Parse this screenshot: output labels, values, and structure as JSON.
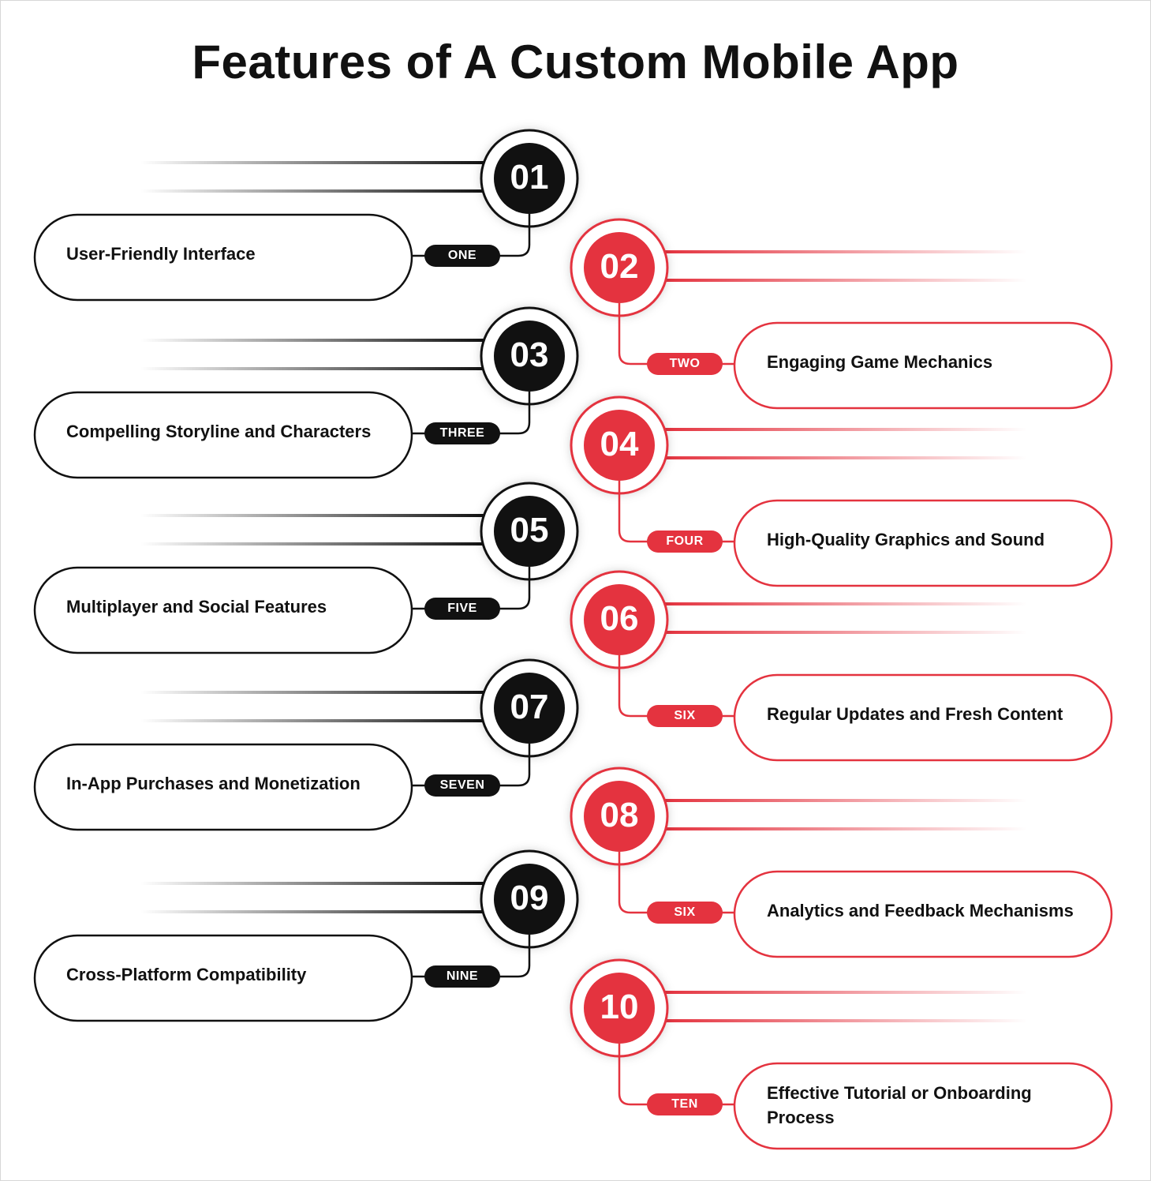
{
  "title": "Features of A Custom Mobile App",
  "colors": {
    "dark": "#111111",
    "accent": "#e4333f"
  },
  "features": [
    {
      "number": "01",
      "tag": "ONE",
      "label": "User-Friendly Interface"
    },
    {
      "number": "02",
      "tag": "TWO",
      "label": "Engaging Game Mechanics"
    },
    {
      "number": "03",
      "tag": "THREE",
      "label": "Compelling Storyline and Characters"
    },
    {
      "number": "04",
      "tag": "FOUR",
      "label": "High-Quality Graphics and Sound"
    },
    {
      "number": "05",
      "tag": "FIVE",
      "label": "Multiplayer and Social Features"
    },
    {
      "number": "06",
      "tag": "SIX",
      "label": "Regular Updates and Fresh Content"
    },
    {
      "number": "07",
      "tag": "SEVEN",
      "label": "In-App Purchases and Monetization"
    },
    {
      "number": "08",
      "tag": "SIX",
      "label": "Analytics and Feedback Mechanisms"
    },
    {
      "number": "09",
      "tag": "NINE",
      "label": "Cross-Platform Compatibility"
    },
    {
      "number": "10",
      "tag": "TEN",
      "label": "Effective Tutorial or Onboarding Process"
    }
  ]
}
